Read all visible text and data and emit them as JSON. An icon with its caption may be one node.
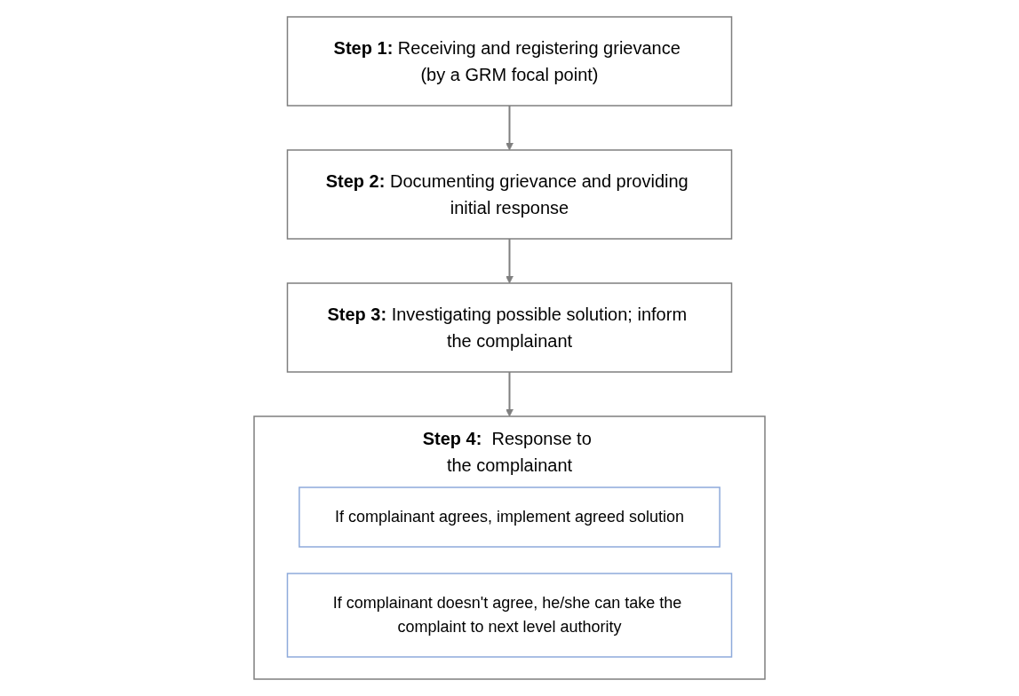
{
  "diagram": {
    "nodes": [
      {
        "text": [
          "**Step 1:** Receiving and registering grievance (by a GRM focal point)"
        ]
      },
      {
        "text": [
          "**Step 2:** Documenting grievance and providing initial response"
        ]
      },
      {
        "text": [
          "**Step 3:** Investigating possible solution; inform the complainant"
        ]
      },
      {
        "text": [
          "**Step 4:**  Response to the complainant"
        ]
      },
      {
        "text": [
          "If complainant agrees, implement agreed solution"
        ],
        "in": 3
      },
      {
        "text": [
          "If complainant doesn't agree, he/she can take the complaint to next level authority"
        ],
        "in": 3
      }
    ],
    "edges": [
      {
        "from": 0,
        "to": 1,
        "arrow": "to"
      },
      {
        "from": 1,
        "to": 2,
        "arrow": "to"
      },
      {
        "from": 2,
        "to": 3,
        "arrow": "to"
      }
    ]
  }
}
